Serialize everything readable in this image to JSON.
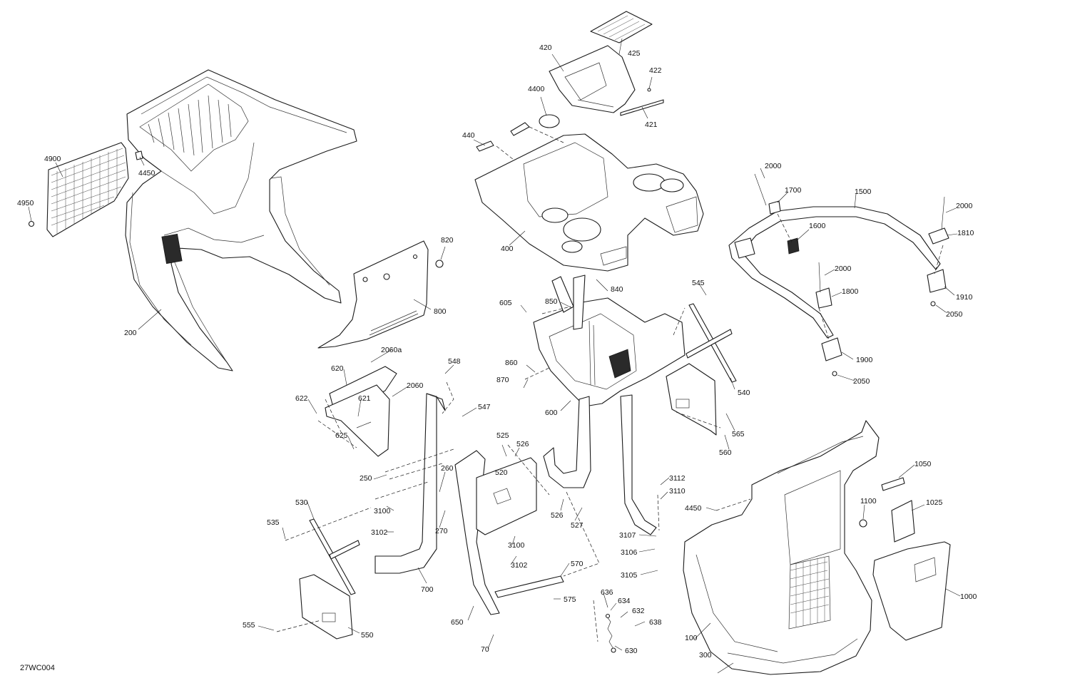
{
  "figure": {
    "code": "27WC004"
  },
  "callouts": {
    "c100": "100",
    "c200": "200",
    "c250": "250",
    "c260": "260",
    "c270": "270",
    "c300": "300",
    "c400": "400",
    "c420": "420",
    "c421": "421",
    "c422": "422",
    "c425": "425",
    "c440": "440",
    "c520": "520",
    "c525": "525",
    "c526a": "526",
    "c526b": "526",
    "c527": "527",
    "c530": "530",
    "c535": "535",
    "c540": "540",
    "c545": "545",
    "c547": "547",
    "c548": "548",
    "c550": "550",
    "c555": "555",
    "c560": "560",
    "c565": "565",
    "c570": "570",
    "c575": "575",
    "c600": "600",
    "c605": "605",
    "c620": "620",
    "c621": "621",
    "c622": "622",
    "c625": "625",
    "c630": "630",
    "c632": "632",
    "c634": "634",
    "c636": "636",
    "c638": "638",
    "c650": "650",
    "c70": "70",
    "c700": "700",
    "c800": "800",
    "c820": "820",
    "c840": "840",
    "c850": "850",
    "c860": "860",
    "c870": "870",
    "c1000": "1000",
    "c1025": "1025",
    "c1050": "1050",
    "c1100": "1100",
    "c1500": "1500",
    "c1600": "1600",
    "c1700": "1700",
    "c1800": "1800",
    "c1810": "1810",
    "c1900": "1900",
    "c1910": "1910",
    "c2000a": "2000",
    "c2000b": "2000",
    "c2000c": "2000",
    "c2050a": "2050",
    "c2050b": "2050",
    "c2060": "2060",
    "c2060a": "2060a",
    "c3100a": "3100",
    "c3100b": "3100",
    "c3102a": "3102",
    "c3102b": "3102",
    "c3105": "3105",
    "c3106": "3106",
    "c3107": "3107",
    "c3110": "3110",
    "c3112": "3112",
    "c4400": "4400",
    "c4450a": "4450",
    "c4450b": "4450",
    "c4900": "4900",
    "c4950": "4950"
  },
  "icons": {
    "diagram": "exploded-parts-diagram"
  }
}
